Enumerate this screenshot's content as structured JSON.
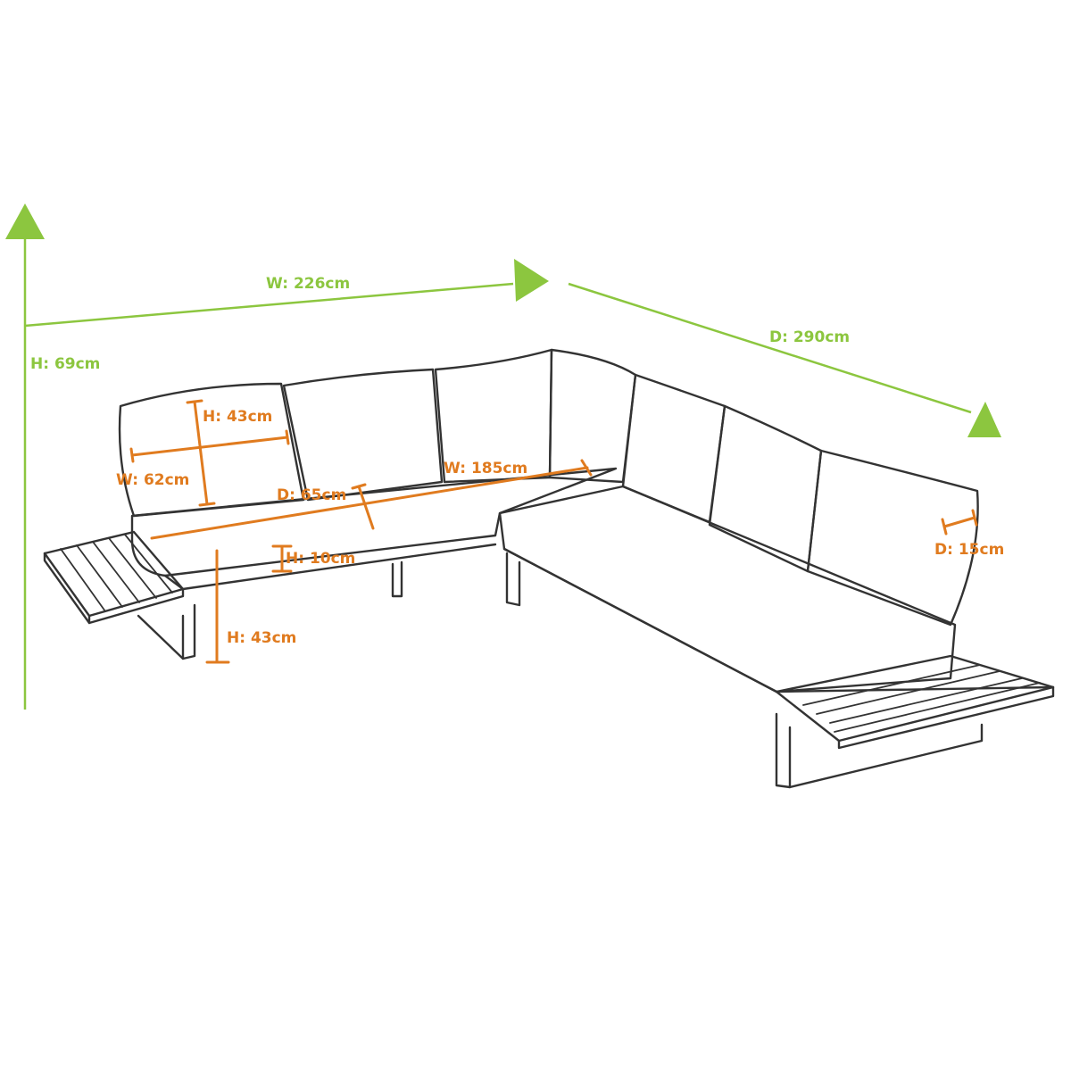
{
  "colors": {
    "overall_dimension": "#8cc63f",
    "component_dimension": "#e07b1f",
    "outline": "#333333",
    "background": "#ffffff"
  },
  "overall": {
    "height": "H: 69cm",
    "width": "W: 226cm",
    "depth": "D: 290cm"
  },
  "components": {
    "back_cushion_height": "H: 43cm",
    "back_cushion_width": "W: 62cm",
    "seat_width": "W: 185cm",
    "seat_depth": "D: 65cm",
    "seat_cushion_height": "H: 10cm",
    "seat_height": "H: 43cm",
    "back_cushion_depth": "D: 15cm"
  }
}
